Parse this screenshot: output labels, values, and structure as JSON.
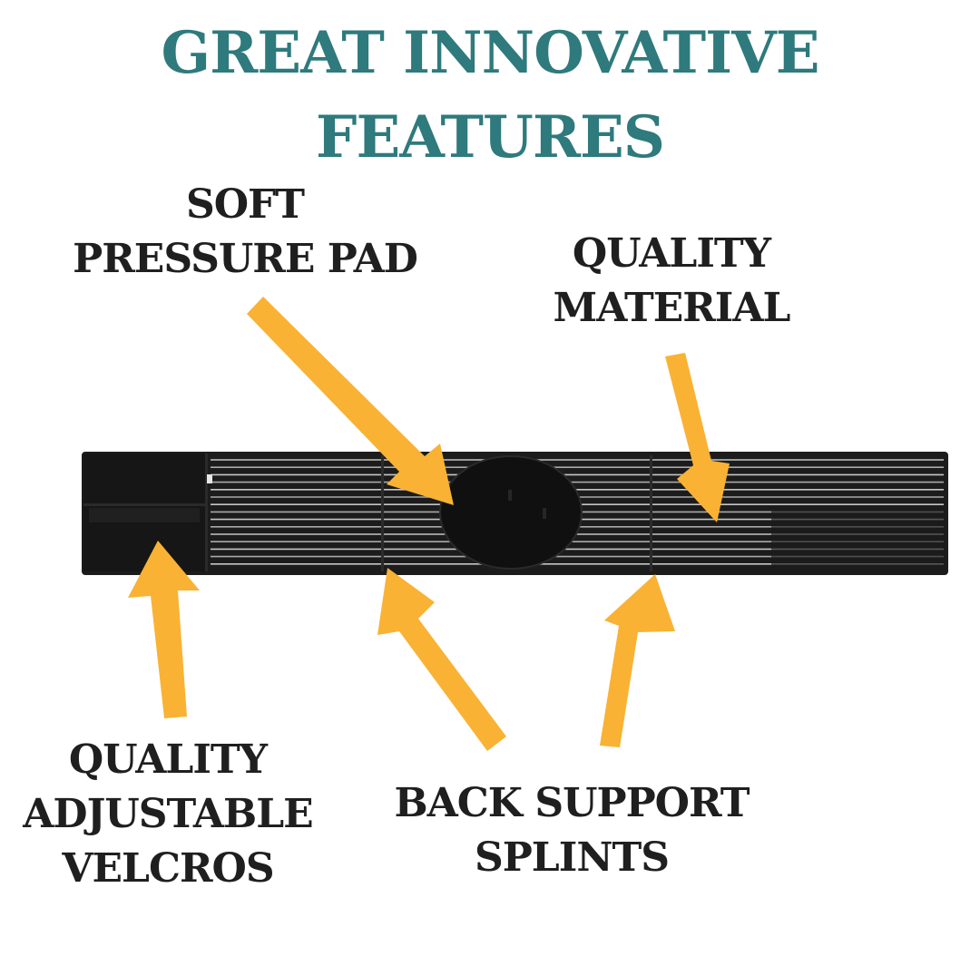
{
  "title": {
    "line1": "GREAT INNOVATIVE",
    "line2": "FEATURES"
  },
  "callouts": {
    "pressure_pad": {
      "line1": "SOFT",
      "line2": "PRESSURE PAD"
    },
    "material": {
      "line1": "QUALITY",
      "line2": "MATERIAL"
    },
    "velcros": {
      "line1": "QUALITY",
      "line2": "ADJUSTABLE",
      "line3": "VELCROS"
    },
    "splints": {
      "line1": "BACK SUPPORT",
      "line2": "SPLINTS"
    }
  },
  "colors": {
    "title": "#2e7a7d",
    "label": "#1f1f1f",
    "arrow": "#f9b233",
    "belt": "#1c1c1c",
    "stripe": "#d8d8d8"
  }
}
